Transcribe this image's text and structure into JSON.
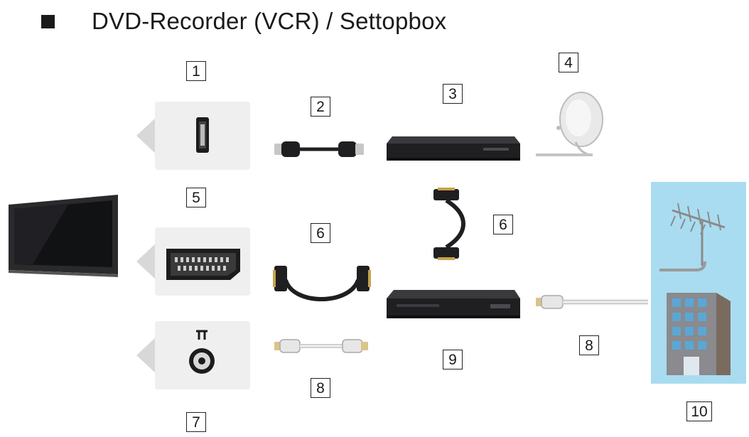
{
  "title": "DVD-Recorder (VCR) / Settopbox",
  "labels": {
    "hdmi_terminal": "1",
    "hdmi_cable": "2",
    "settopbox": "3",
    "satellite_dish": "4",
    "scart_terminal": "5",
    "scart_cable_top": "6",
    "scart_cable_left": "6",
    "aerial_terminal": "7",
    "rf_cable_bottom": "8",
    "rf_cable_right": "8",
    "dvd_recorder": "9",
    "aerial": "10"
  },
  "colors": {
    "panel_bg": "#efefef",
    "device_dark": "#1f1f22",
    "aerial_bg": "#a9dcf0",
    "building": "#7a6b5f"
  }
}
